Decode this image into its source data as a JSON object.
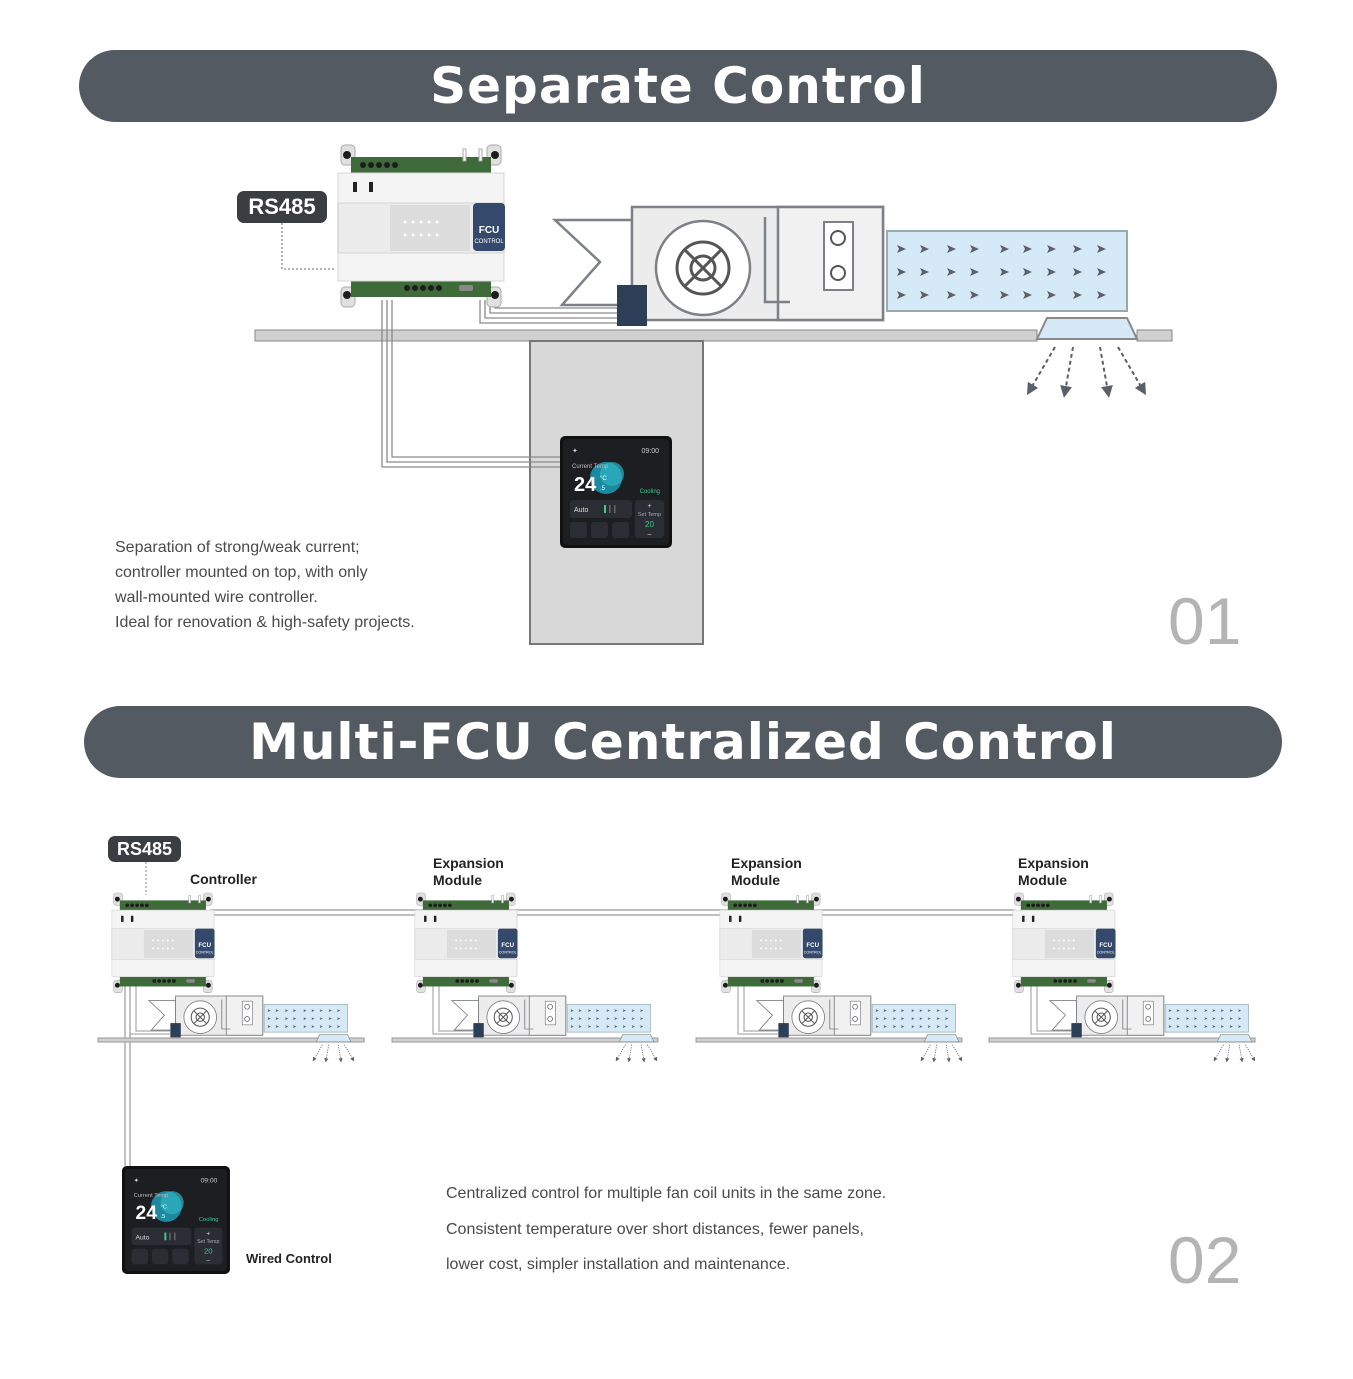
{
  "sections": [
    {
      "title": "Separate Control",
      "badge": "RS485",
      "description": [
        "Separation of strong/weak current;",
        "controller mounted on top, with only",
        "wall-mounted wire controller.",
        "Ideal for renovation & high-safety projects."
      ],
      "number": "01"
    },
    {
      "title": "Multi-FCU Centralized Control",
      "badge": "RS485",
      "labels": {
        "controller": "Controller",
        "expansion": [
          "Expansion",
          "Module"
        ],
        "wired_control": "Wired Control"
      },
      "description": [
        "Centralized control for multiple fan coil units in the same zone.",
        "Consistent temperature over short distances, fewer panels,",
        "lower cost, simpler installation and maintenance."
      ],
      "number": "02"
    }
  ],
  "device": {
    "panel_brand": "FCU",
    "panel_sub": "CONTROL"
  },
  "thermostat": {
    "time": "09:00",
    "current_label": "Current Temp",
    "temp_int": "24",
    "temp_unit": "°C",
    "temp_dec": ".5",
    "status": "Cooling",
    "mode": "Auto",
    "set_label": "Set Temp",
    "set_value": "20",
    "plus": "+",
    "minus": "–"
  },
  "colors": {
    "banner": "#545a61",
    "coil": "#d6e9f6",
    "panel_blue": "#34496b",
    "terminal_green": "#3f6b3a"
  }
}
